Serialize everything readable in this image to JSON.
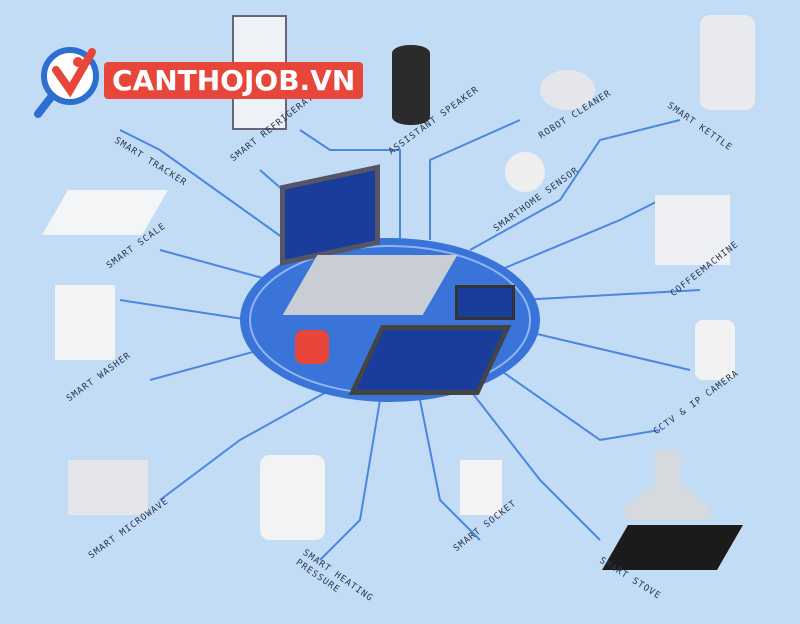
{
  "logo": {
    "text": "CANTHOJOB.VN"
  },
  "colors": {
    "background": "#c3dcf6",
    "hub": "#3a74d8",
    "lines": "#4b86e0",
    "accent": "#e8463a"
  },
  "labels": {
    "tracker": "SMART TRACKER",
    "refrigerator": "SMART REFRIGERATOR",
    "speaker": "ASSISTANT SPEAKER",
    "robot": "ROBOT CLEANER",
    "kettle": "SMART KETTLE",
    "sensor": "SMARTHOME SENSOR",
    "coffee": "COFFEEMACHINE",
    "scale": "SMART SCALE",
    "washer": "SMART WASHER",
    "cctv": "CCTV & IP CAMERA",
    "microwave": "SMART MICROWAVE",
    "heating": "SMART HEATING PRESSURE",
    "socket": "SMART SOCKET",
    "stove": "SMART STOVE"
  }
}
